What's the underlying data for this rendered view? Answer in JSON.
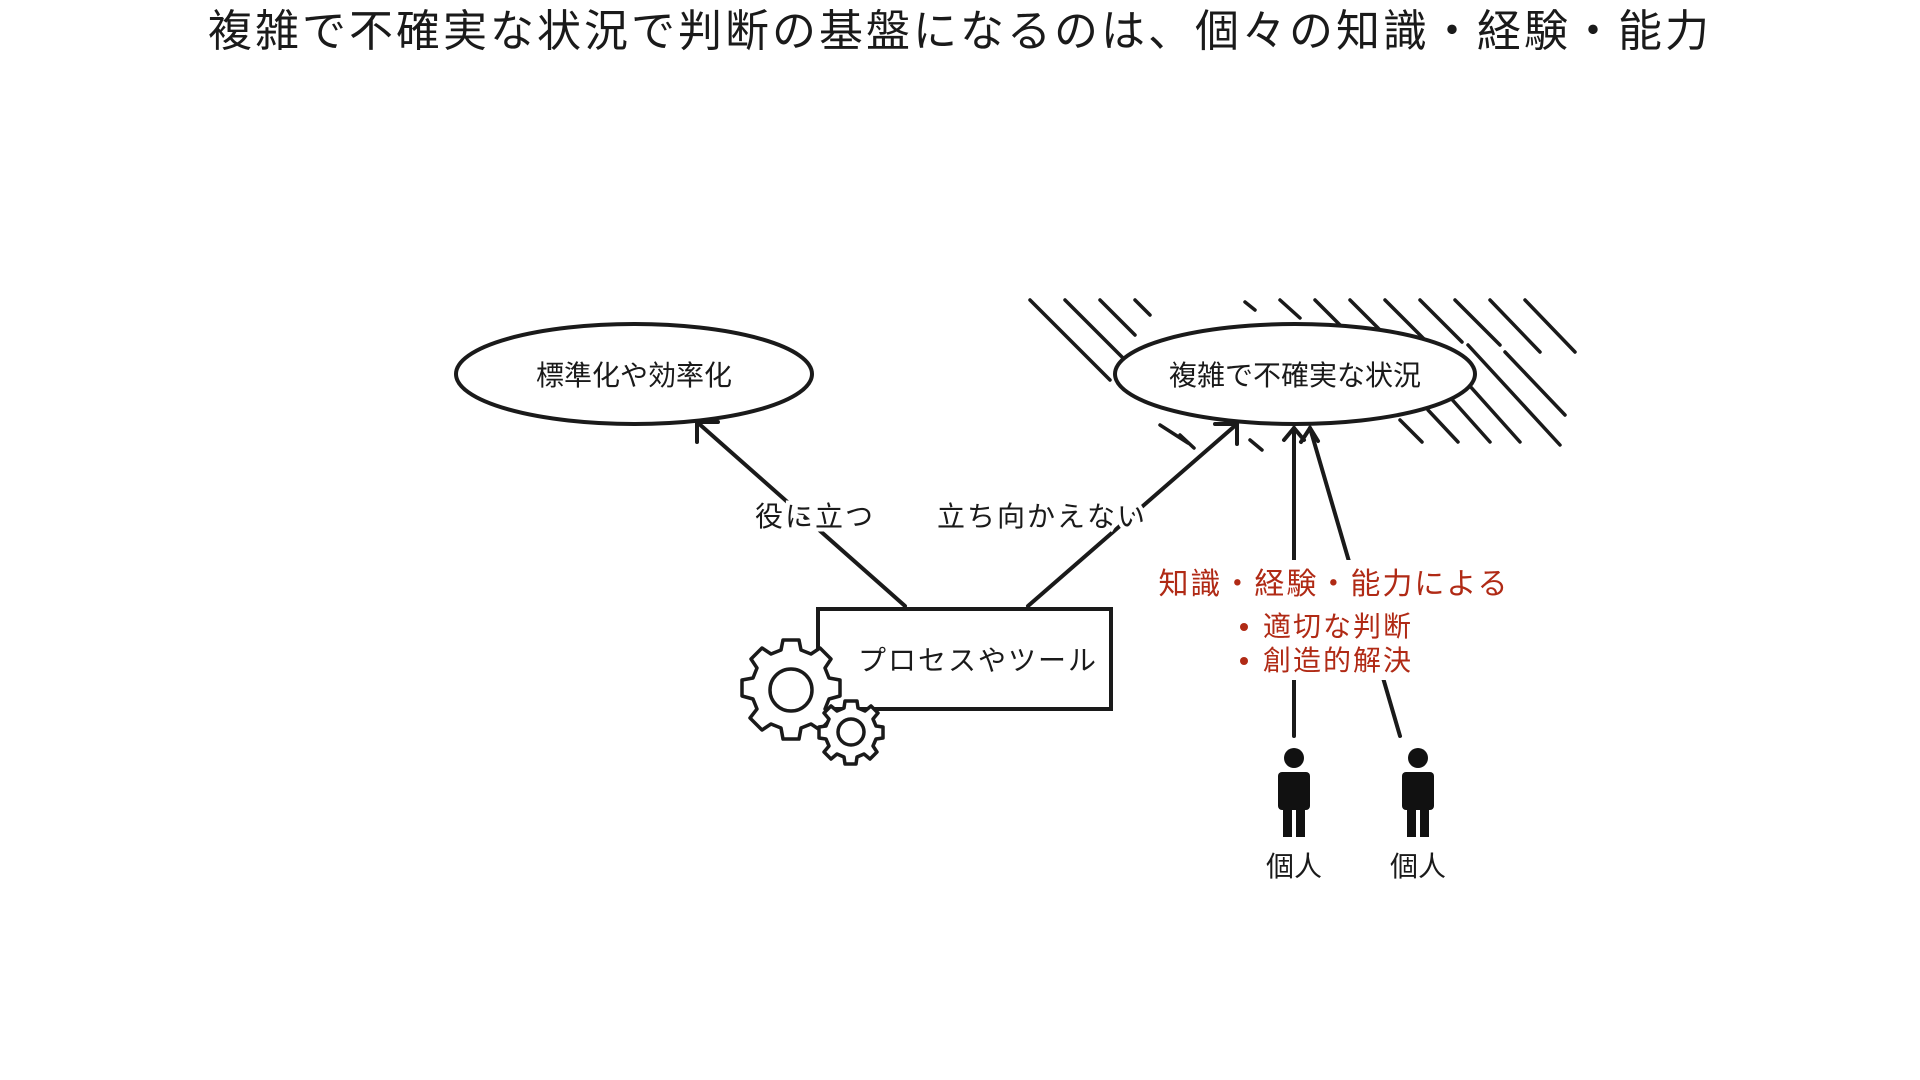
{
  "title": "複雑で不確実な状況で判断の基盤になるのは、個々の知識・経験・能力",
  "nodes": {
    "standardization": "標準化や効率化",
    "complex_situation": "複雑で不確実な状況",
    "process_tools": "プロセスやツール"
  },
  "edges": {
    "helpful": "役に立つ",
    "cannot_face": "立ち向かえない"
  },
  "individual_note": {
    "heading": "知識・経験・能力による",
    "bullets": [
      "適切な判断",
      "創造的解決"
    ]
  },
  "persons": [
    "個人",
    "個人"
  ],
  "colors": {
    "ink": "#1a1a1a",
    "accent_red": "#b02a15",
    "background": "#ffffff"
  }
}
